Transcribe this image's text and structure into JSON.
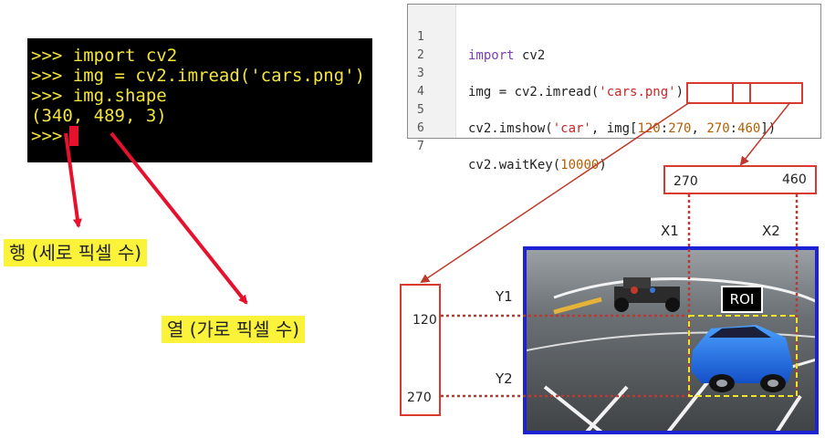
{
  "terminal": {
    "lines": [
      {
        "prompt": ">>>",
        "text": " import cv2"
      },
      {
        "prompt": ">>>",
        "text": " img = cv2.imread('cars.png')"
      },
      {
        "prompt": ">>>",
        "text": " img.shape"
      },
      {
        "prompt": "",
        "text": "(340, 489, 3)"
      },
      {
        "prompt": ">>>",
        "text": ""
      }
    ]
  },
  "editor": {
    "lines": [
      {
        "n": "1"
      },
      {
        "n": "2"
      },
      {
        "n": "3"
      },
      {
        "n": "4"
      },
      {
        "n": "5"
      },
      {
        "n": "6"
      },
      {
        "n": "7"
      }
    ],
    "code": {
      "l1_kw": "import",
      "l1_rest": " cv2",
      "l3_a": "img = cv2.imread(",
      "l3_str": "'cars.png'",
      "l3_b": ")",
      "l5_a": "cv2.imshow(",
      "l5_str": "'car'",
      "l5_b": ", img[",
      "l5_n1": "120",
      "l5_c1": ":",
      "l5_n2": "270",
      "l5_c2": ", ",
      "l5_n3": "270",
      "l5_c3": ":",
      "l5_n4": "460",
      "l5_d": "])",
      "l7_a": "cv2.waitKey(",
      "l7_num": "10000",
      "l7_b": ")"
    }
  },
  "annotations": {
    "rows_label": "행 (세로 픽셀 수)",
    "cols_label": "열 (가로 픽셀 수)",
    "x_start": "270",
    "x_end": "460",
    "y_start": "120",
    "y_end": "270",
    "x1": "X1",
    "x2": "X2",
    "y1": "Y1",
    "y2": "Y2",
    "roi": "ROI"
  },
  "colors": {
    "terminal_bg": "#000000",
    "terminal_text": "#f4e53c",
    "highlight": "#d93a2f",
    "arrow": "#e8112d",
    "label_bg": "#fbf33a",
    "photo_border": "#1d22d4",
    "roi_box": "#f1e520"
  }
}
